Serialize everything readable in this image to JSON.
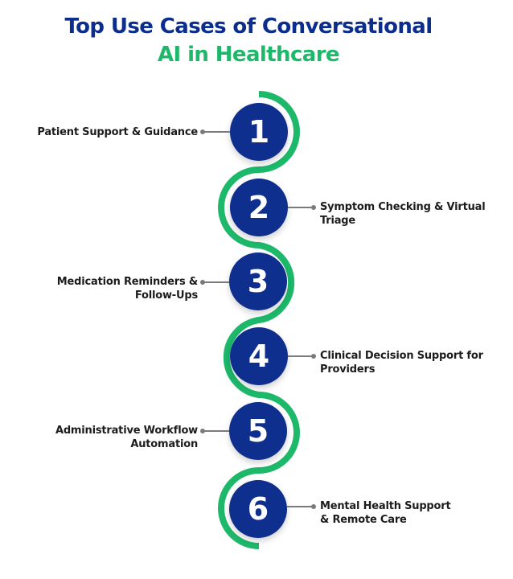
{
  "title": {
    "line1": "Top Use Cases of Conversational",
    "line2": "AI in Healthcare"
  },
  "colors": {
    "navy": "#0b2d8c",
    "circle": "#0e2f8e",
    "green": "#1db86a",
    "connector": "#7a7a7a",
    "text": "#1c1c1c"
  },
  "steps": [
    {
      "number": "1",
      "side": "left",
      "label_line1": "Patient Support & Guidance",
      "label_line2": ""
    },
    {
      "number": "2",
      "side": "right",
      "label_line1": "Symptom Checking & Virtual",
      "label_line2": "Triage"
    },
    {
      "number": "3",
      "side": "left",
      "label_line1": "Medication Reminders &",
      "label_line2": "Follow-Ups"
    },
    {
      "number": "4",
      "side": "right",
      "label_line1": "Clinical Decision Support for",
      "label_line2": "Providers"
    },
    {
      "number": "5",
      "side": "left",
      "label_line1": "Administrative Workflow",
      "label_line2": "Automation"
    },
    {
      "number": "6",
      "side": "right",
      "label_line1": "Mental Health Support",
      "label_line2": "& Remote Care"
    }
  ]
}
